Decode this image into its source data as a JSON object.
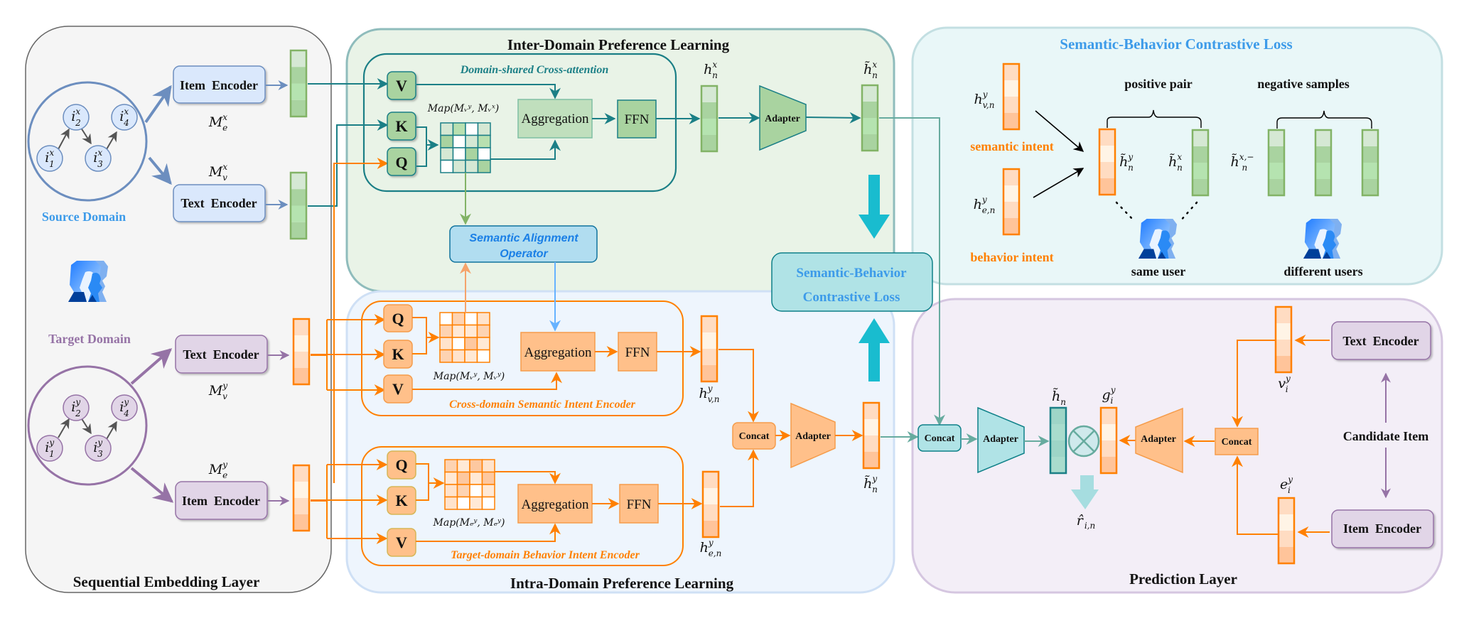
{
  "panels": {
    "sequential": {
      "title": "Sequential Embedding Layer"
    },
    "inter": {
      "title": "Inter-Domain Preference Learning"
    },
    "intra": {
      "title": "Intra-Domain Preference Learning"
    },
    "contrastive": {
      "title": "Semantic-Behavior Contrastive Loss"
    },
    "prediction": {
      "title": "Prediction Layer"
    }
  },
  "sequential": {
    "source_domain_label": "Source Domain",
    "target_domain_label": "Target Domain",
    "source_items": [
      {
        "base": "i",
        "sup": "x",
        "sub": "1"
      },
      {
        "base": "i",
        "sup": "x",
        "sub": "2"
      },
      {
        "base": "i",
        "sup": "x",
        "sub": "3"
      },
      {
        "base": "i",
        "sup": "x",
        "sub": "4"
      }
    ],
    "target_items": [
      {
        "base": "i",
        "sup": "y",
        "sub": "1"
      },
      {
        "base": "i",
        "sup": "y",
        "sub": "2"
      },
      {
        "base": "i",
        "sup": "y",
        "sub": "3"
      },
      {
        "base": "i",
        "sup": "y",
        "sub": "4"
      }
    ],
    "source_item_encoder": "Item  Encoder",
    "source_text_encoder": "Text  Encoder",
    "target_text_encoder": "Text  Encoder",
    "target_item_encoder": "Item  Encoder",
    "m_e_x": {
      "base": "M",
      "sup": "x",
      "sub": "e"
    },
    "m_v_x": {
      "base": "M",
      "sup": "x",
      "sub": "v"
    },
    "m_v_y": {
      "base": "M",
      "sup": "y",
      "sub": "v"
    },
    "m_e_y": {
      "base": "M",
      "sup": "y",
      "sub": "e"
    },
    "user_icon": "users-icon"
  },
  "inter": {
    "cross_attention_title": "Domain-shared Cross-attention",
    "v": "V",
    "k": "K",
    "q": "Q",
    "map_label": "Map(Mᵥʸ, Mᵥˣ)",
    "aggregation": "Aggregation",
    "ffn": "FFN",
    "adapter": "Adapter",
    "h_n_x": {
      "base": "h",
      "sup": "x",
      "sub": "n"
    },
    "h_tilde_n_x": {
      "base": "h̃",
      "sup": "x",
      "sub": "n"
    },
    "semantic_alignment": [
      "Semantic Alignment",
      "Operator"
    ]
  },
  "intra": {
    "semantic_encoder_title": "Cross-domain Semantic Intent Encoder",
    "behavior_encoder_title": "Target-domain Behavior Intent Encoder",
    "q": "Q",
    "k": "K",
    "v": "V",
    "map_sem_label": "Map(Mᵥʸ, Mᵥʸ)",
    "map_beh_label": "Map(Mₑʸ, Mₑʸ)",
    "aggregation": "Aggregation",
    "ffn": "FFN",
    "concat": "Concat",
    "adapter": "Adapter",
    "h_vn_y": {
      "base": "h",
      "sup": "y",
      "sub": "v,n"
    },
    "h_en_y": {
      "base": "h",
      "sup": "y",
      "sub": "e,n"
    },
    "h_tilde_n_y": {
      "base": "h̃",
      "sup": "y",
      "sub": "n"
    }
  },
  "center_loss": [
    "Semantic-Behavior",
    "Contrastive Loss"
  ],
  "contrastive": {
    "h_vn_y": {
      "base": "h",
      "sup": "y",
      "sub": "v,n"
    },
    "h_en_y": {
      "base": "h",
      "sup": "y",
      "sub": "e,n"
    },
    "semantic_intent": "semantic intent",
    "behavior_intent": "behavior intent",
    "positive_pair": "positive pair",
    "negative_samples": "negative samples",
    "h_tilde_n_y": {
      "base": "h̃",
      "sup": "y",
      "sub": "n"
    },
    "h_tilde_n_x": {
      "base": "h̃",
      "sup": "x",
      "sub": "n"
    },
    "h_tilde_n_x_neg": {
      "base": "h̃",
      "sup": "x,−",
      "sub": "n"
    },
    "same_user": "same user",
    "different_users": "different users"
  },
  "prediction": {
    "concat_left": "Concat",
    "adapter_left": "Adapter",
    "h_tilde_n": {
      "base": "h̃",
      "sup": "",
      "sub": "n"
    },
    "g_i_y": {
      "base": "g",
      "sup": "y",
      "sub": "i"
    },
    "r_hat": {
      "base": "r̂",
      "sup": "",
      "sub": "i,n"
    },
    "adapter_right": "Adapter",
    "concat_right": "Concat",
    "v_i_y": {
      "base": "v",
      "sup": "y",
      "sub": "i"
    },
    "e_i_y": {
      "base": "e",
      "sup": "y",
      "sub": "i"
    },
    "text_encoder": "Text  Encoder",
    "item_encoder": "Item  Encoder",
    "candidate_item": "Candidate Item"
  },
  "colors": {
    "source_blue": "#6c8ebf",
    "source_label": "#3d9be9",
    "target_purple": "#9673a6",
    "teal": "#1b7f86",
    "orange": "#ff8000",
    "green_fill": "#a9d3a0",
    "orange_fill": "#ffc08a",
    "contrast_title": "#3d9be9",
    "big_arrow": "#19bccf"
  }
}
